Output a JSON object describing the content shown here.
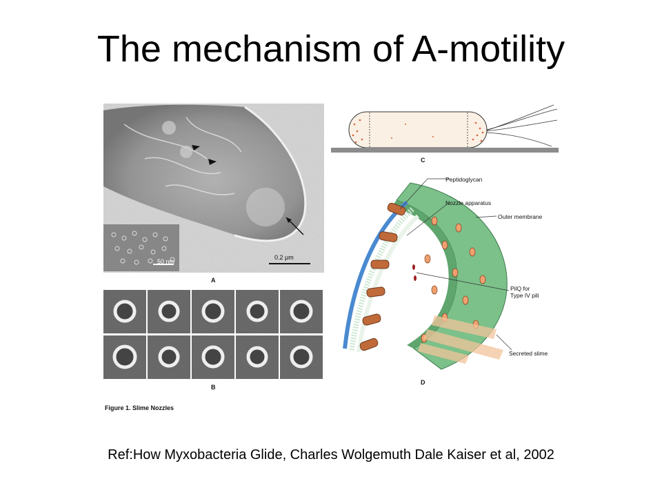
{
  "slide": {
    "title": "The mechanism of A-motility",
    "reference": "Ref:How Myxobacteria Glide, Charles Wolgemuth Dale Kaiser et al, 2002"
  },
  "figure": {
    "caption": "Figure 1.  Slime Nozzles",
    "panel_labels": {
      "a": "A",
      "b": "B",
      "c": "C",
      "d": "D"
    },
    "scale_bars": {
      "main": "0.2 μm",
      "inset": "50 nm"
    },
    "annotations": {
      "peptidoglycan": "Peptidoglycan",
      "nozzle_apparatus": "Nozzle apparatus",
      "outer_membrane": "Outer membrane",
      "pilq_line1": "PilQ for",
      "pilq_line2": "Type IV pili",
      "secreted_slime": "Secreted slime"
    },
    "colors": {
      "membrane_green": "#7cc08a",
      "nozzle_brown": "#c06a3a",
      "inner_blue": "#4a8ad0",
      "cell_body": "#fbf0e4",
      "slime": "#f2c49a"
    }
  }
}
